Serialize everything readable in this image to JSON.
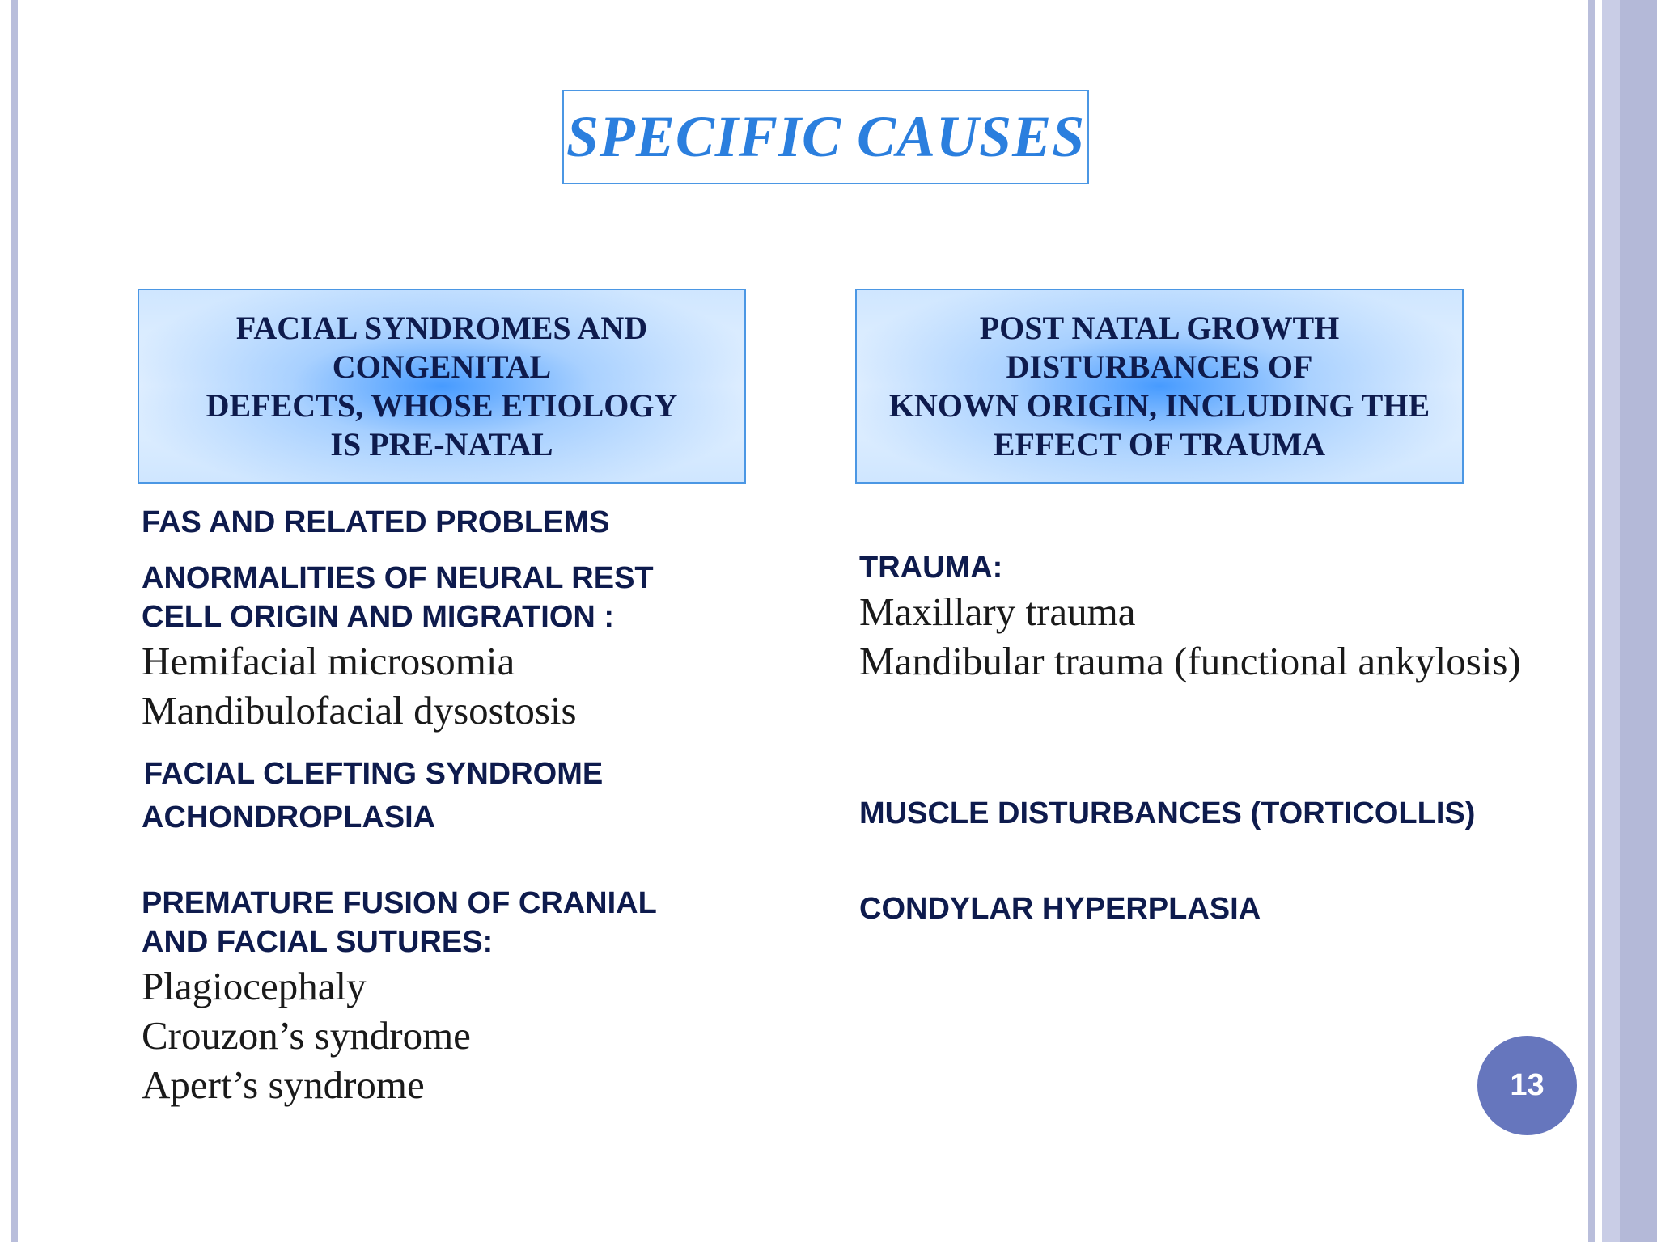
{
  "slide": {
    "title": "SPECIFIC CAUSES",
    "page_number": "13"
  },
  "left_category": {
    "text": "FACIAL SYNDROMES AND\nCONGENITAL\nDEFECTS, WHOSE ETIOLOGY\nIS PRE-NATAL"
  },
  "right_category": {
    "text": "POST NATAL GROWTH\nDISTURBANCES OF\nKNOWN ORIGIN, INCLUDING THE\nEFFECT OF TRAUMA"
  },
  "left_column": {
    "fas": "FAS AND RELATED PROBLEMS",
    "neural_heading": "ANORMALITIES OF NEURAL REST\nCELL ORIGIN AND MIGRATION :",
    "neural_items": [
      "Hemifacial microsomia",
      "Mandibulofacial dysostosis"
    ],
    "clefting": "FACIAL CLEFTING SYNDROME",
    "achondroplasia": "ACHONDROPLASIA",
    "fusion_heading": "PREMATURE FUSION OF CRANIAL\nAND FACIAL SUTURES:",
    "fusion_items": [
      "Plagiocephaly",
      "Crouzon’s syndrome",
      "Apert’s syndrome"
    ]
  },
  "right_column": {
    "trauma_heading": "TRAUMA:",
    "trauma_items": [
      "Maxillary trauma",
      "Mandibular trauma (functional ankylosis)"
    ],
    "muscle": "MUSCLE DISTURBANCES (TORTICOLLIS)",
    "condylar": "CONDYLAR HYPERPLASIA"
  }
}
